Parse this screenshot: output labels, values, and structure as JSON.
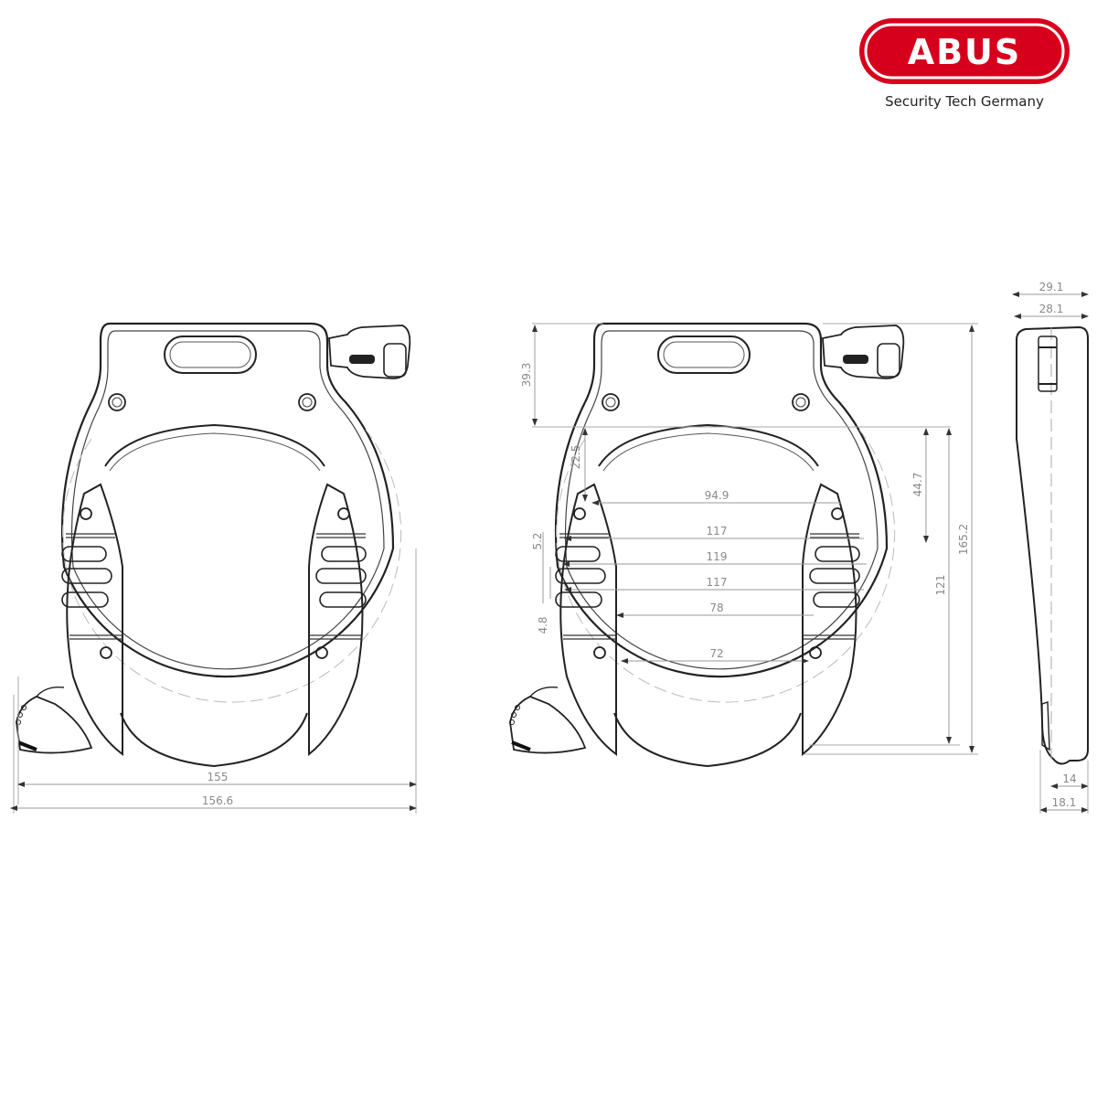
{
  "brand": {
    "name": "ABUS",
    "tagline": "Security Tech Germany",
    "color": "#d6001c"
  },
  "views": {
    "front_left": {
      "dimensions": {
        "width_inner": "155",
        "width_outer": "156.6"
      }
    },
    "front_dimensioned": {
      "dimensions": {
        "top_height": "39.3",
        "opening_top": "22.5",
        "width_1": "94.9",
        "width_2": "117",
        "width_3": "119",
        "width_4": "117",
        "width_5": "78",
        "width_6": "72",
        "slot_5_2": "5.2",
        "slot_4_8": "4.8",
        "upper_height": "44.7",
        "ring_height": "121",
        "total_height": "165.2"
      }
    },
    "side": {
      "dimensions": {
        "top_outer": "29.1",
        "top_inner": "28.1",
        "bottom_inner": "14",
        "bottom_outer": "18.1"
      }
    }
  }
}
